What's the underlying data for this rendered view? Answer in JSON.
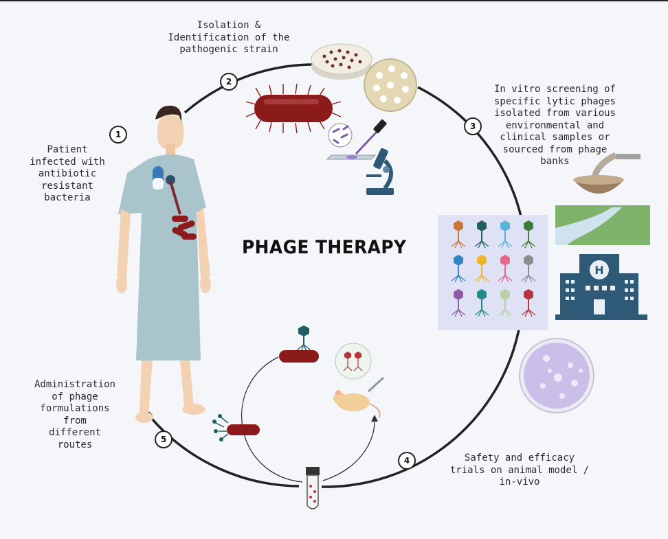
{
  "title": "PHAGE THERAPY",
  "steps": [
    {
      "num": "1",
      "label": "Patient\ninfected with\nantibiotic\nresistant\nbacteria"
    },
    {
      "num": "2",
      "label": "Isolation &\nIdentification of the\npathogenic strain"
    },
    {
      "num": "3",
      "label": "In vitro screening of\nspecific lytic phages\nisolated from various\nenvironmental and\nclinical samples or\nsourced from phage\nbanks"
    },
    {
      "num": "4",
      "label": "Safety and efficacy\ntrials on animal model /\nin-vivo"
    },
    {
      "num": "5",
      "label": "Administration\nof phage\nformulations\nfrom\ndifferent\nroutes"
    }
  ],
  "colors": {
    "cycle_line": "#222222",
    "bacteria": "#8b1a1a",
    "gown": "#a9c4cb",
    "skin": "#f3d2b4",
    "hospital": "#2e5a78",
    "river_land": "#7fb26b",
    "plate_lavender": "#c9bfe8",
    "phage_panel": "#dfe2f4"
  },
  "phage_grid_colors": [
    "#c9763a",
    "#1f5f63",
    "#5ab4d9",
    "#3e7a3a",
    "#2f86c2",
    "#f0b429",
    "#e3678c",
    "#8c8c8c",
    "#8e5aa6",
    "#1f8a86",
    "#b9cfa2",
    "#b5343c"
  ]
}
